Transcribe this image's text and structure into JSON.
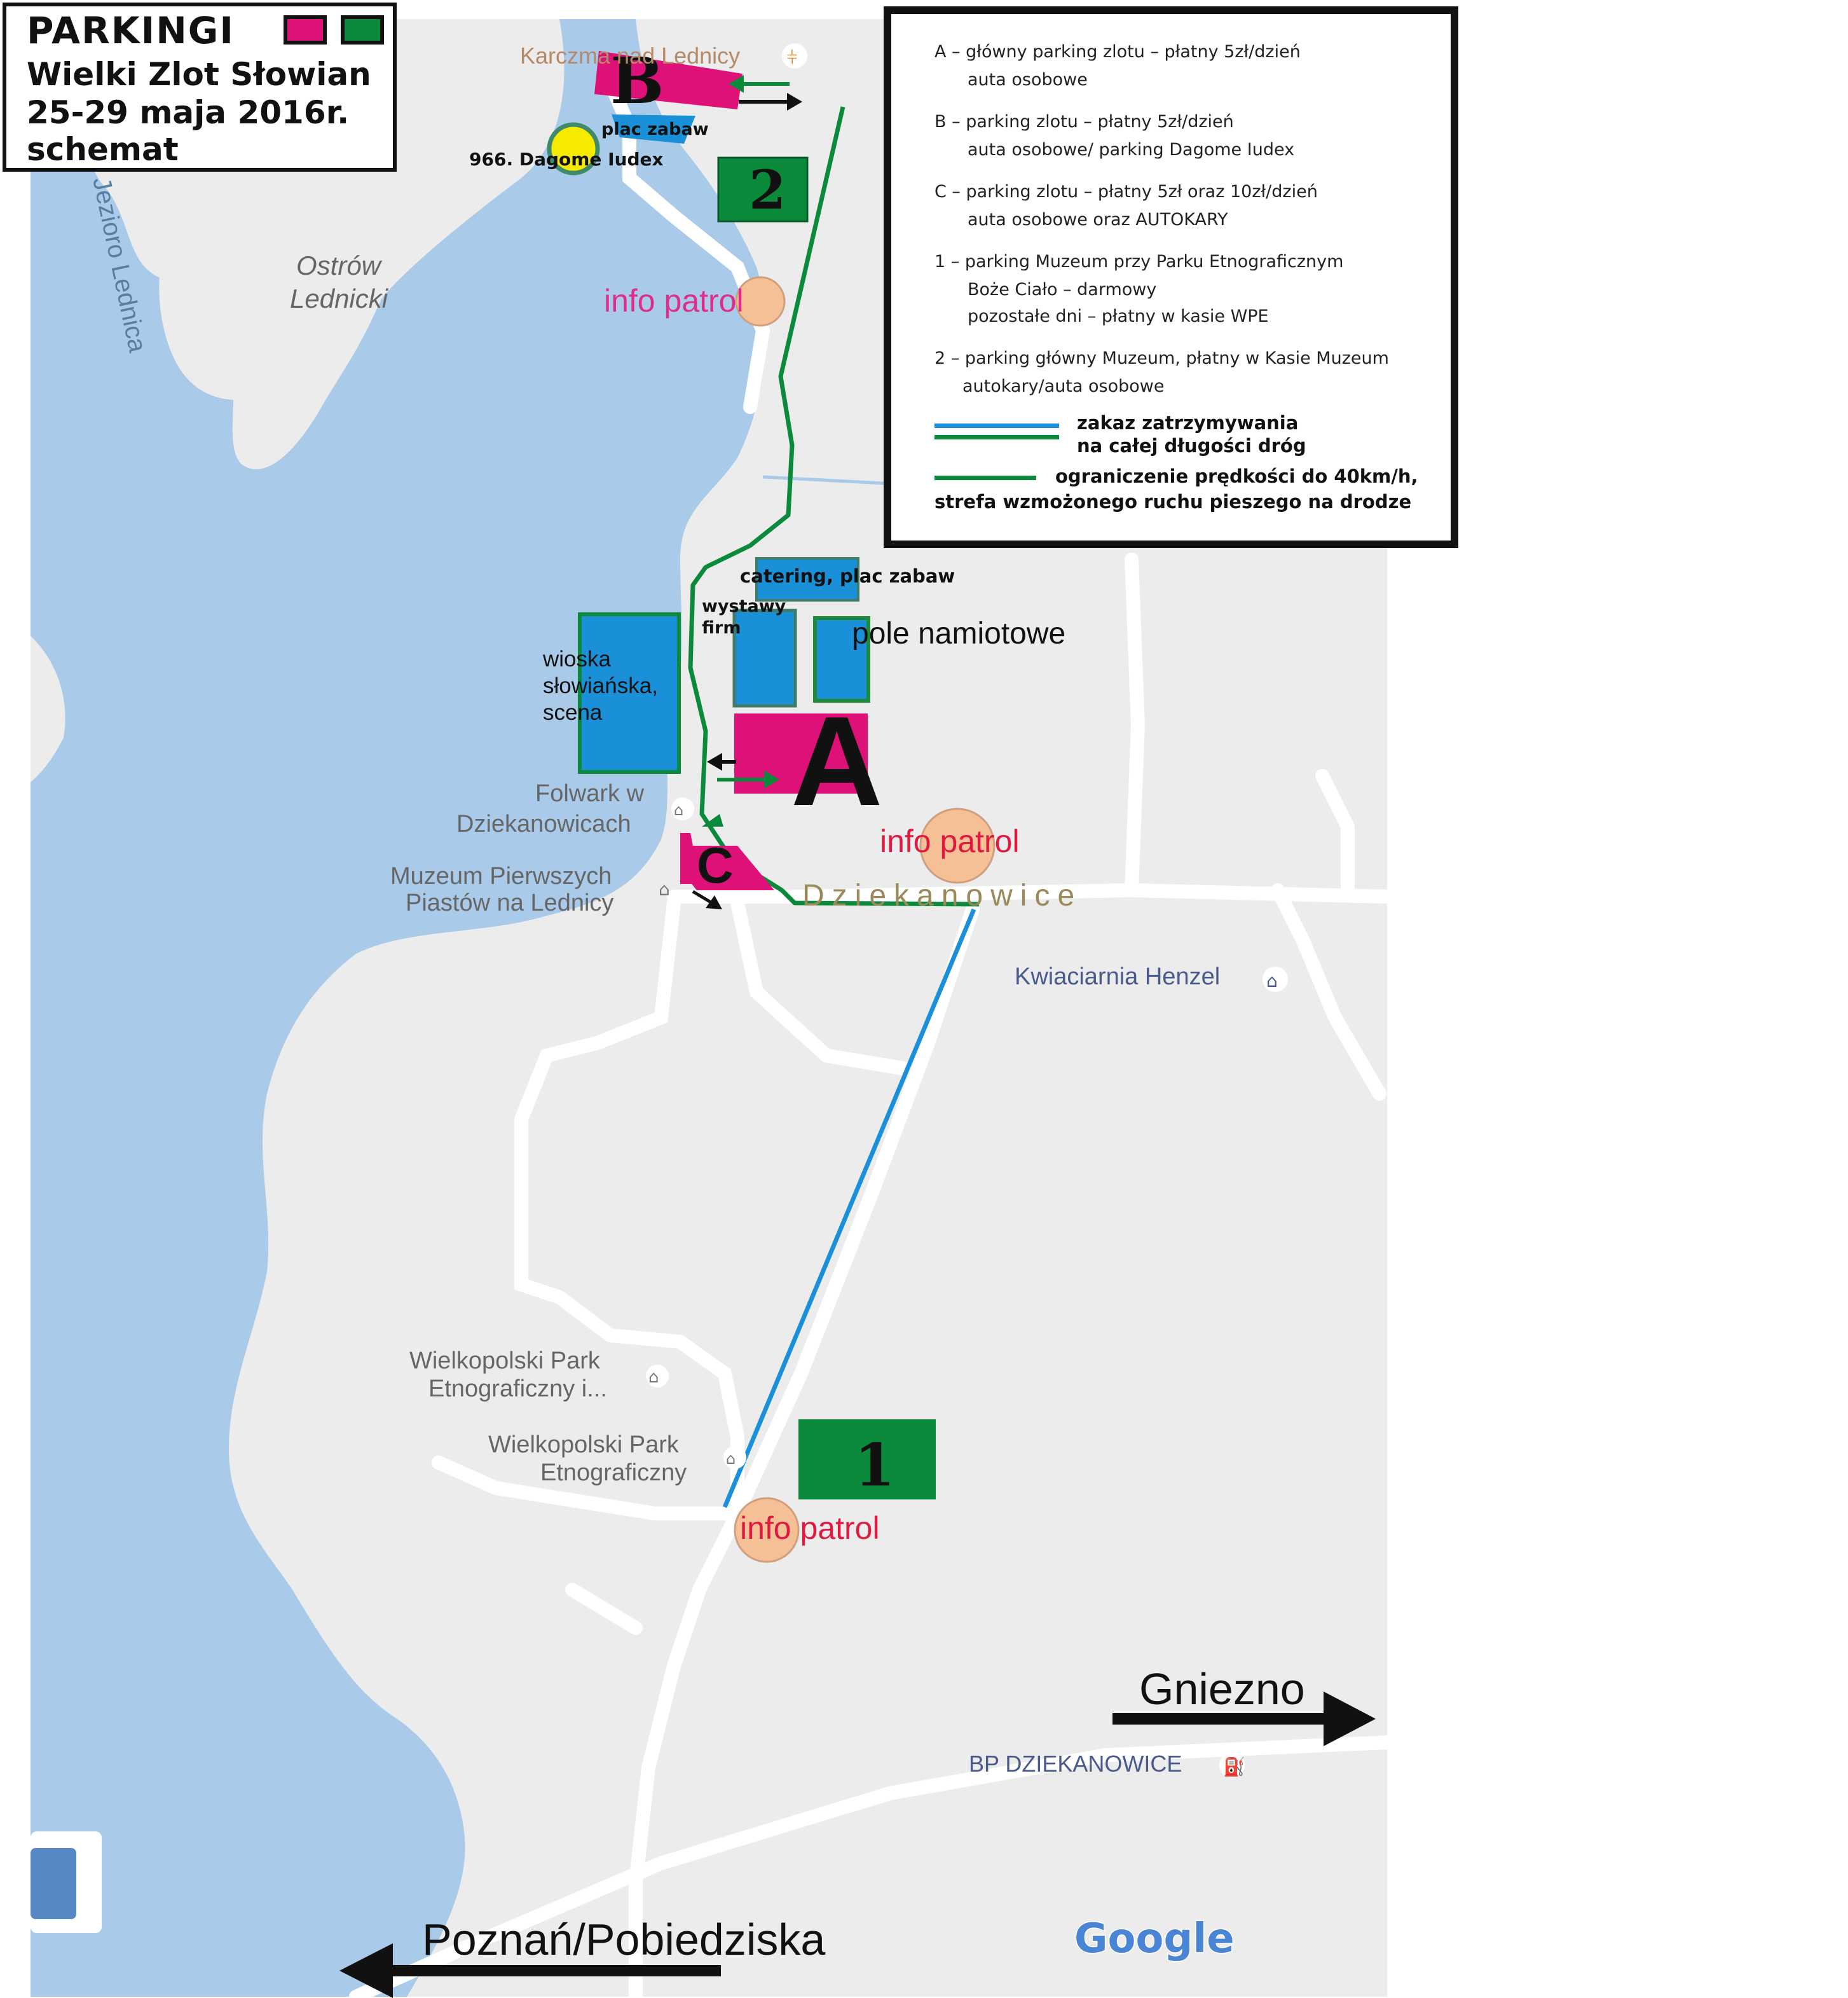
{
  "title": {
    "line1": "PARKINGI",
    "line2": "Wielki Zlot Słowian",
    "line3": "25-29 maja 2016r.",
    "line4": "schemat"
  },
  "colors": {
    "magenta": "#dd1177",
    "green": "#0c8a3c",
    "blue_zone": "#1a90d9",
    "water": "#a9cbe9",
    "land": "#ececec",
    "info_circle": "#f5c095",
    "info_text": "#e2193f",
    "info_text_alt": "#dd2e8c"
  },
  "legend": {
    "a_1": "A – główny parking zlotu – płatny 5zł/dzień",
    "a_2": "auta osobowe",
    "b_1": "B – parking zlotu – płatny 5zł/dzień",
    "b_2": "auta osobowe/ parking Dagome Iudex",
    "c_1": "C – parking zlotu – płatny 5zł oraz 10zł/dzień",
    "c_2": "auta osobowe oraz AUTOKARY",
    "one_1": "1 – parking Muzeum przy Parku Etnograficznym",
    "one_2": "Boże Ciało – darmowy",
    "one_3": "pozostałe dni – płatny w kasie WPE",
    "two_1": "2 – parking główny Muzeum, płatny w Kasie Muzeum",
    "two_2": "autokary/auta osobowe",
    "blue_1": "zakaz zatrzymywania",
    "blue_2": "na całej długości dróg",
    "green_1": "ograniczenie prędkości do 40km/h,",
    "green_2": "strefa wzmożonego ruchu pieszego na drodze"
  },
  "parking": {
    "a": "A",
    "b": "B",
    "c": "C",
    "one": "1",
    "two": "2"
  },
  "areas": {
    "plac_zabaw": "plac zabaw",
    "catering": "catering, plac zabaw",
    "wystawy_1": "wystawy",
    "wystawy_2": "firm",
    "pole": "pole namiotowe",
    "wioska_1": "wioska",
    "wioska_2": "słowiańska,",
    "wioska_3": "scena",
    "dagome": "966. Dagome Iudex"
  },
  "info": {
    "label": "info patrol"
  },
  "places": {
    "karczma": "Karczma nad Lednicy",
    "jezioro": "Jezioro Lednica",
    "ostrow_1": "Ostrów",
    "ostrow_2": "Lednicki",
    "folwark_1": "Folwark w",
    "folwark_2": "Dziekanowicach",
    "muzeum_1": "Muzeum Pierwszych",
    "muzeum_2": "Piastów na Lednicy",
    "dziekanowice": "Dziekanowice",
    "kwiaciarnia": "Kwiaciarnia Henzel",
    "wpe1_1": "Wielkopolski Park",
    "wpe1_2": "Etnograficzny i...",
    "wpe2_1": "Wielkopolski Park",
    "wpe2_2": "Etnograficzny",
    "bp": "BP DZIEKANOWICE",
    "google": "Google"
  },
  "directions": {
    "gniezno": "Gniezno",
    "poznan": "Poznań/Pobiedziska"
  }
}
